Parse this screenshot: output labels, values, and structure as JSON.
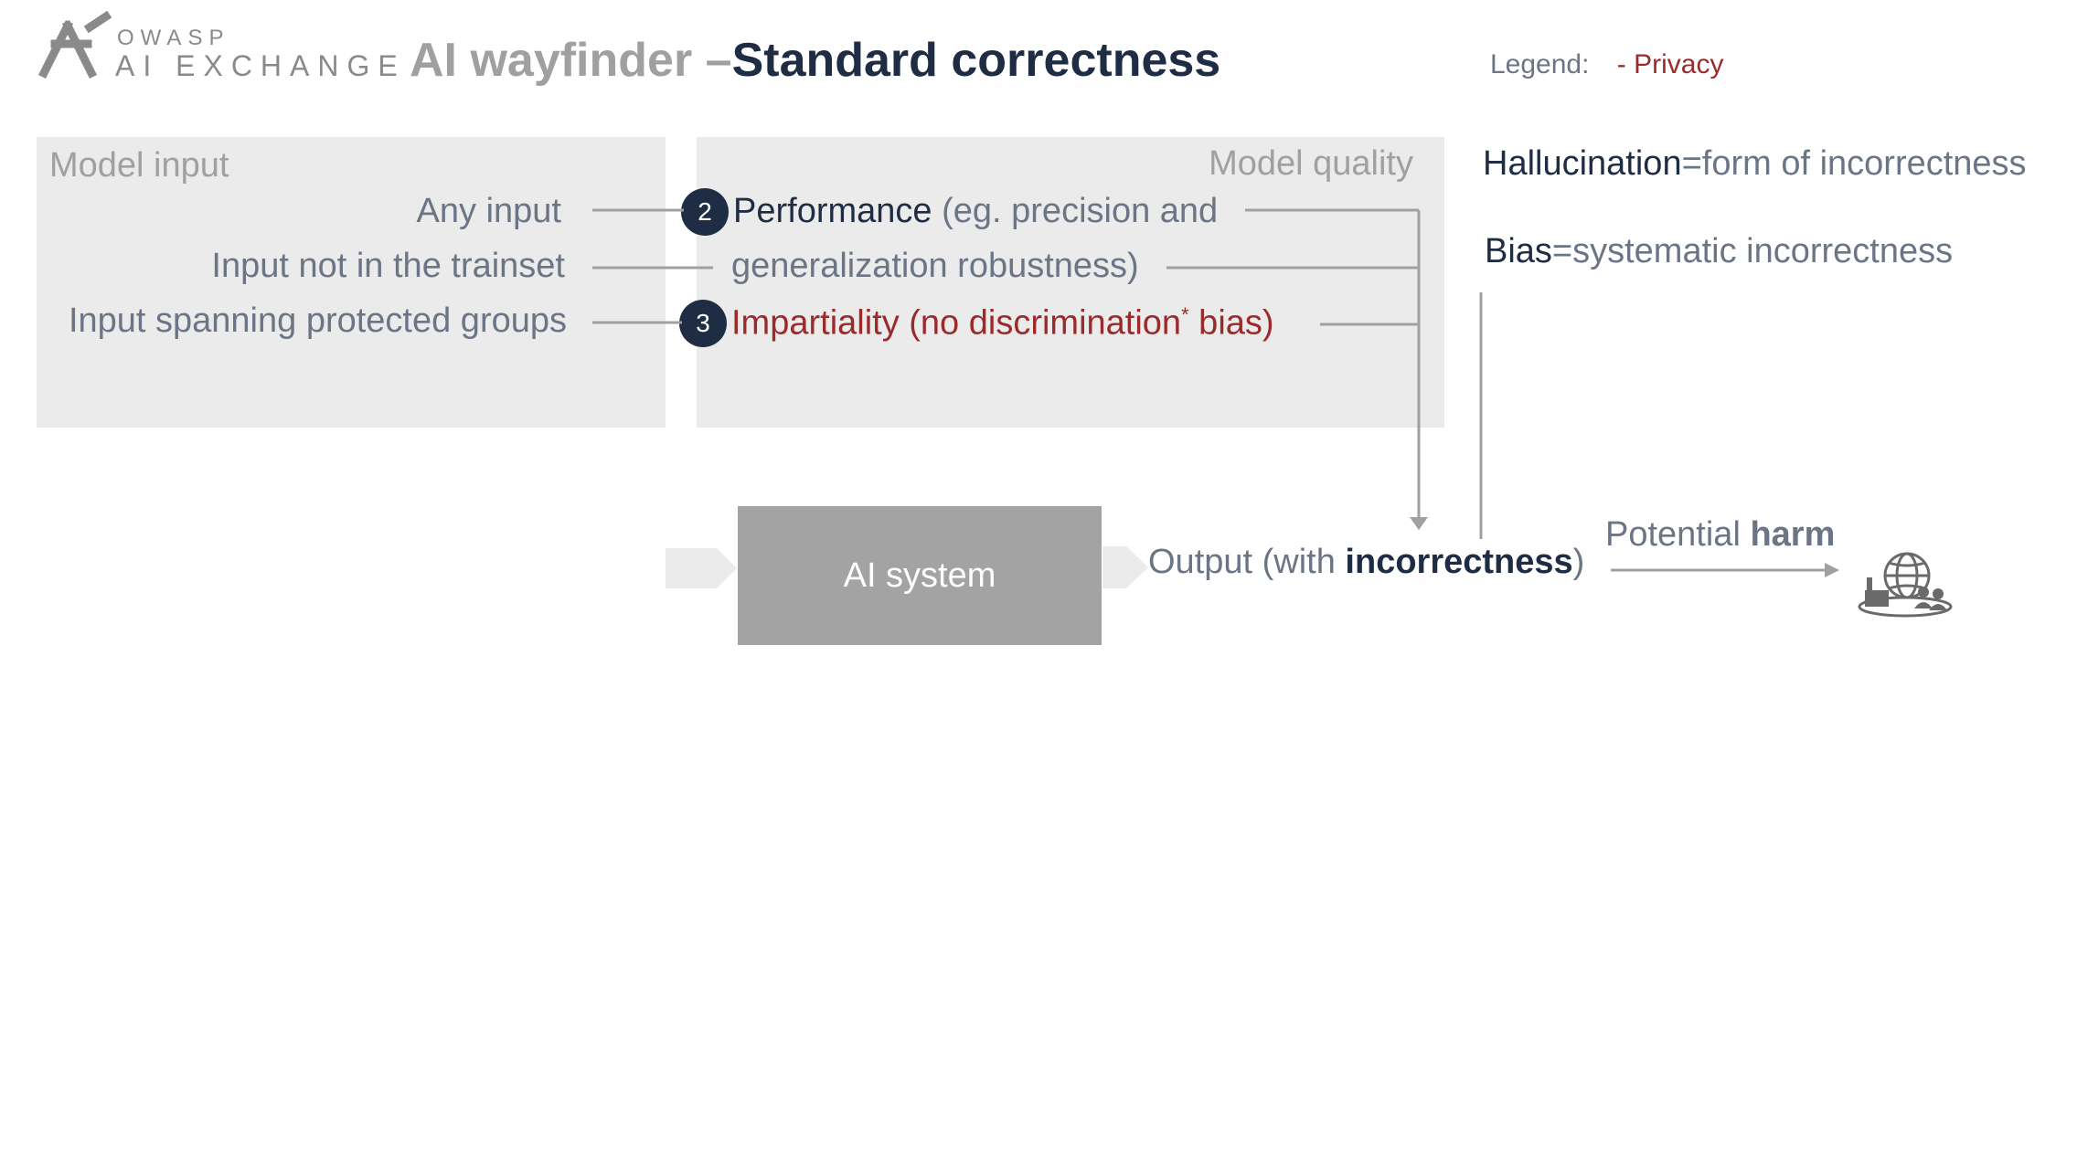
{
  "logo": {
    "line1": "OWASP",
    "line2": "AI EXCHANGE"
  },
  "title": {
    "prefix": "AI wayfinder –",
    "main": "Standard correctness"
  },
  "legend": {
    "label": "Legend:",
    "item": "- Privacy"
  },
  "model_input": {
    "title": "Model input",
    "rows": [
      "Any input",
      "Input not in the trainset",
      "Input spanning protected groups"
    ]
  },
  "model_quality": {
    "title": "Model quality",
    "performance": {
      "badge": "2",
      "name": "Performance",
      "detail_line1": " (eg. precision and",
      "detail_line2": "generalization robustness)"
    },
    "impartiality": {
      "badge": "3",
      "text_before": "Impartiality (no discrimination",
      "sup": "*",
      "text_after": " bias)"
    }
  },
  "definitions": {
    "hallucination": {
      "term": "Hallucination",
      "desc": "=form of incorrectness"
    },
    "bias": {
      "term": "Bias",
      "desc": "=systematic incorrectness"
    }
  },
  "flow": {
    "ai_system": "AI system",
    "output_prefix": "Output (with ",
    "output_bold": "incorrectness",
    "output_suffix": ")",
    "harm_prefix": "Potential ",
    "harm_bold": "harm"
  },
  "icons": [
    "owasp-logo-icon",
    "globe-society-icon"
  ],
  "colors": {
    "dark": "#1f2d44",
    "gray_text": "#6b7585",
    "privacy": "#9b2a2a",
    "panel": "#ebebeb",
    "box": "#a3a3a3"
  }
}
